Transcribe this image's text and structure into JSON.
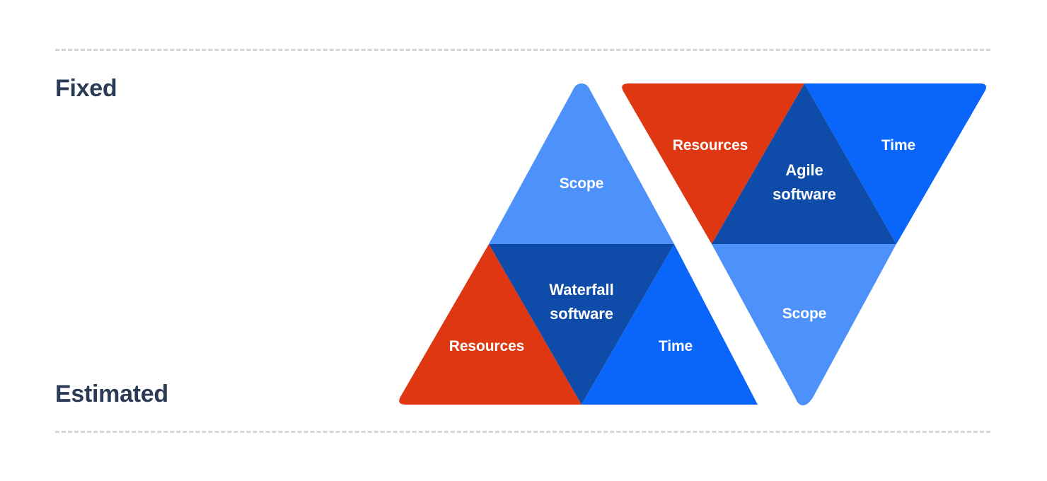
{
  "axis": {
    "top_label": "Fixed",
    "bottom_label": "Estimated"
  },
  "colors": {
    "scope": "#4d91fb",
    "center": "#0f4ba8",
    "resources": "#de3711",
    "time": "#0a66fb",
    "text_dark": "#2b3a55",
    "dash": "#d2d6dd",
    "label_text": "#ffffff",
    "background": "#ffffff"
  },
  "diagram": {
    "type": "iron-triangle-comparison",
    "triangles": [
      {
        "id": "waterfall",
        "orientation": "up",
        "center_label_line1": "Waterfall",
        "center_label_line2": "software",
        "segments": [
          {
            "id": "scope",
            "label": "Scope",
            "position": "top",
            "color": "#4d91fb",
            "constraint": "Fixed"
          },
          {
            "id": "resources",
            "label": "Resources",
            "position": "bottom-left",
            "color": "#de3711",
            "constraint": "Estimated"
          },
          {
            "id": "time",
            "label": "Time",
            "position": "bottom-right",
            "color": "#0a66fb",
            "constraint": "Estimated"
          }
        ]
      },
      {
        "id": "agile",
        "orientation": "down",
        "center_label_line1": "Agile",
        "center_label_line2": "software",
        "segments": [
          {
            "id": "resources",
            "label": "Resources",
            "position": "top-left",
            "color": "#de3711",
            "constraint": "Fixed"
          },
          {
            "id": "time",
            "label": "Time",
            "position": "top-right",
            "color": "#0a66fb",
            "constraint": "Fixed"
          },
          {
            "id": "scope",
            "label": "Scope",
            "position": "bottom",
            "color": "#4d91fb",
            "constraint": "Estimated"
          }
        ]
      }
    ]
  }
}
